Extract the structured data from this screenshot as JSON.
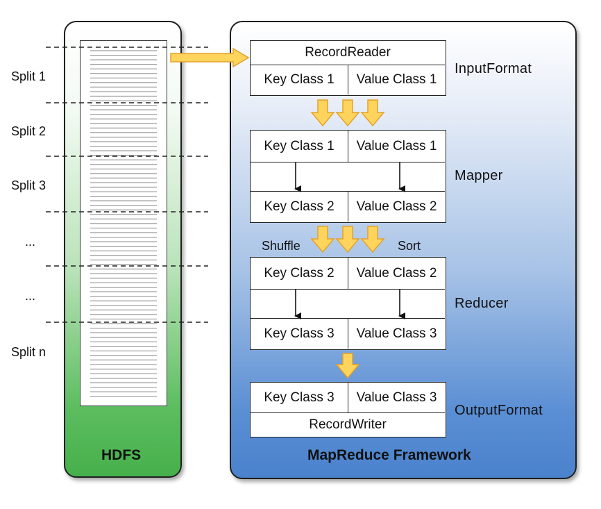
{
  "splits": [
    "Split 1",
    "Split 2",
    "Split 3",
    "...",
    "...",
    "Split n"
  ],
  "hdfs": {
    "title": "HDFS"
  },
  "framework": {
    "title": "MapReduce Framework"
  },
  "input_format": {
    "label": "InputFormat",
    "reader": "RecordReader",
    "key": "Key Class 1",
    "value": "Value Class 1"
  },
  "mapper": {
    "label": "Mapper",
    "in_key": "Key Class 1",
    "in_value": "Value Class 1",
    "out_key": "Key Class 2",
    "out_value": "Value Class 2"
  },
  "shuffle_sort": {
    "shuffle": "Shuffle",
    "sort": "Sort"
  },
  "reducer": {
    "label": "Reducer",
    "in_key": "Key Class 2",
    "in_value": "Value Class 2",
    "out_key": "Key Class 3",
    "out_value": "Value Class 3"
  },
  "output_format": {
    "label": "OutputFormat",
    "key": "Key Class 3",
    "value": "Value Class 3",
    "writer": "RecordWriter"
  },
  "colors": {
    "hdfs_green": "#46b04b",
    "framework_blue": "#4a82cc",
    "arrow_fill": "#ffd45c",
    "arrow_stroke": "#e3a22a"
  }
}
